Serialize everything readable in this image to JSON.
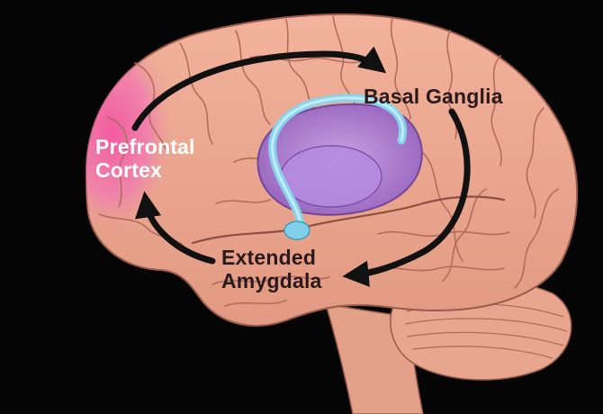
{
  "labels": {
    "prefrontal": [
      "Prefrontal",
      "Cortex"
    ],
    "basal": "Basal Ganglia",
    "amygdala": [
      "Extended",
      "Amygdala"
    ]
  },
  "colors": {
    "background": "#050505",
    "brain": "#eaa78f",
    "prefrontal_highlight": "#f06aa0",
    "basal_ganglia": "#a77bd4",
    "caudate_tail": "#8fdcef",
    "arrow": "#111111"
  }
}
